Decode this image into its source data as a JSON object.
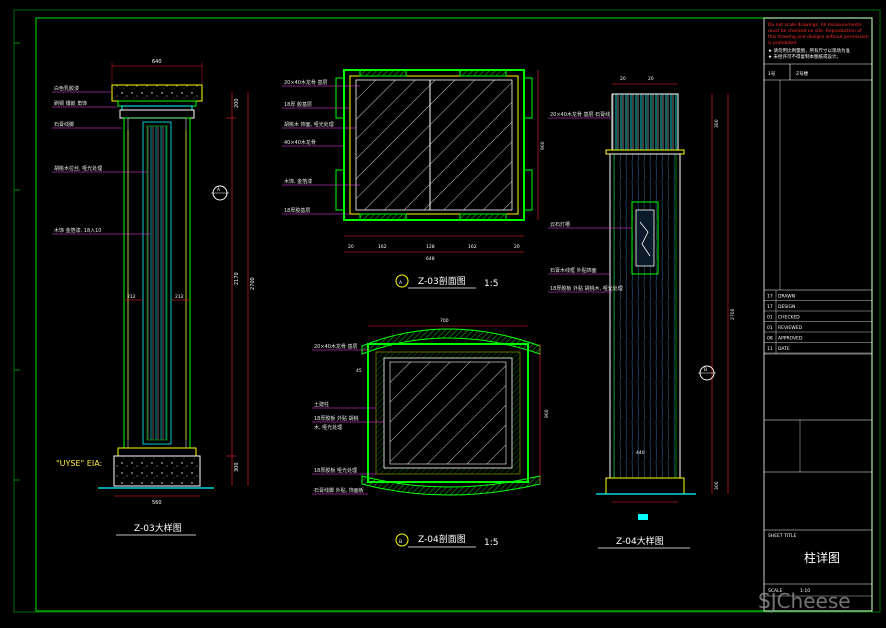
{
  "colors": {
    "background": "#000000",
    "frame": "#00c000",
    "outline": "#ffffff",
    "steel": "#00ff00",
    "stone": "#ffff00",
    "hatch": "#00ffff",
    "dimension": "#ff2020",
    "leader": "#ff40ff",
    "annotation": "#e8e8e8"
  },
  "view_z03": {
    "title": "Z-03大样图",
    "badge": "A",
    "dims_top": "640",
    "dims_bottom": "560",
    "dim_right_full": "2700",
    "dim_right_mid": "2170",
    "dim_right_base": "300",
    "dim_right_cap": "200",
    "dim_inner_1": "212",
    "dim_inner_2": "212",
    "label_base": "\"UYSE\" EIA:",
    "annotations": [
      "白色乳胶漆",
      "刷铜 镶嵌 角饰",
      "石膏线脚",
      "胡桃木拉丝, 哑光处理",
      "木饰 金箔漆, 18入10"
    ]
  },
  "section_a": {
    "badge": "A",
    "title": "Z-03剖面图",
    "scale": "1:5",
    "dims_bottom": [
      "20",
      "162",
      "128",
      "162",
      "20"
    ],
    "dim_total": "648",
    "dim_side": "900",
    "annotations": [
      "20×40木龙骨 基层",
      "18厚 胶基层",
      "胡桃木 饰面, 哑光处理",
      "40×40木龙骨",
      "木饰, 金箔漆",
      "18厚胶基层"
    ]
  },
  "section_b": {
    "badge": "B",
    "title": "Z-04剖面图",
    "scale": "1:5",
    "dim_top": "700",
    "dim_side": "900",
    "dim_mid": "45",
    "annotations": [
      "20×40木龙骨 基层",
      "土建柱",
      "18厚胶板 外贴 胡桃",
      "木, 哑光处理",
      "18厚胶板 哑光处理",
      "石膏线脚 外贴, 饰面板"
    ]
  },
  "view_z04": {
    "title": "Z-04大样图",
    "badge": "B",
    "dim_top_left": "20",
    "dim_top_right": "20",
    "dim_right_full": "2700",
    "dim_right_cap": "300",
    "dim_right_base": "300",
    "dim_base": "440",
    "annotations": [
      "20×40木龙骨 基层 石膏线",
      "云石灯槽",
      "石膏木线框 外贴饰面",
      "18厚胶板 外贴 胡桃木, 哑光处理"
    ]
  },
  "title_block": {
    "notes_red": [
      "Do not scale drawings. All measurements",
      "must be checked on site. Reproduction of",
      "this drawing and designs without permission",
      "is prohibited."
    ],
    "notes_white": [
      "★ 请勿用比例量图，所有尺寸以现场为准",
      "★ 未经许可不得复制本图纸或设计。"
    ],
    "project_label": "1号",
    "project_name": "Z号楼",
    "rows": [
      {
        "code": "17",
        "label": "DRAWN"
      },
      {
        "code": "17",
        "label": "DESIGN"
      },
      {
        "code": "01",
        "label": "CHECKED"
      },
      {
        "code": "01",
        "label": "REVIEWED"
      },
      {
        "code": "08",
        "label": "APPROVED"
      },
      {
        "code": "11",
        "label": "DATE"
      }
    ],
    "sheet_label": "SHEET TITLE",
    "sheet_title": "柱详图",
    "scale_label": "SCALE",
    "scale_value": "1:10"
  },
  "watermark": "SJCheese"
}
